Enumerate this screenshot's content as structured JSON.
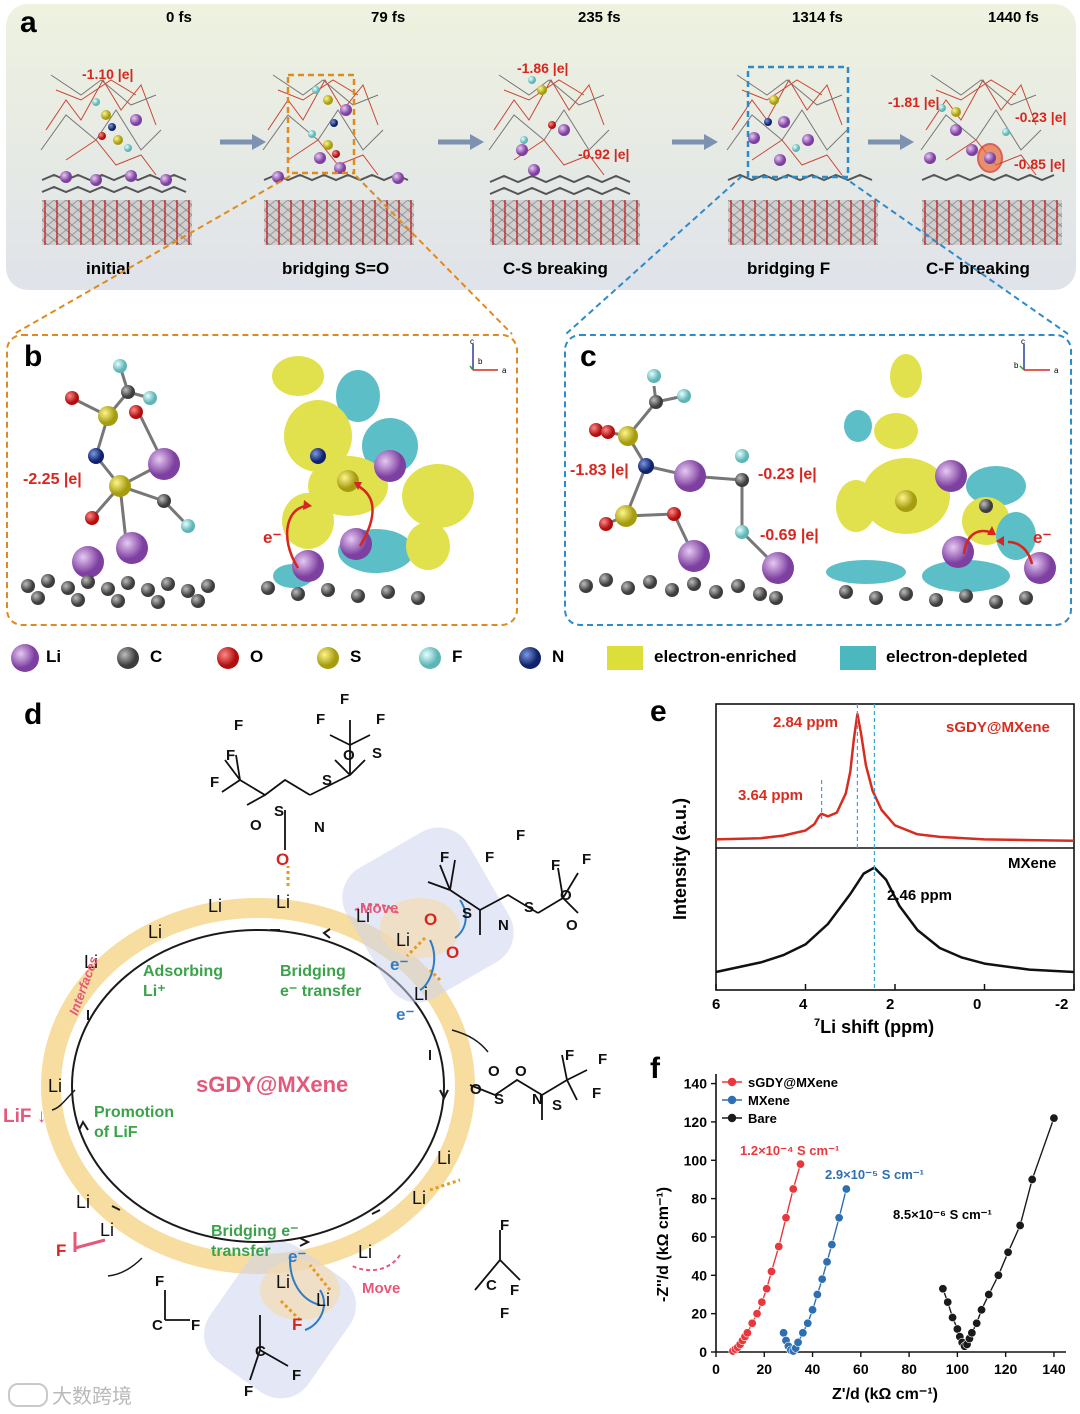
{
  "panel_a": {
    "label": "a",
    "times": [
      "0 fs",
      "79 fs",
      "235 fs",
      "1314 fs",
      "1440 fs"
    ],
    "stages": [
      "initial",
      "bridging S=O",
      "C-S breaking",
      "bridging F",
      "C-F breaking"
    ],
    "charges": {
      "initial": "-1.10 |e|",
      "cs1": "-1.86 |e|",
      "cs2": "-0.92 |e|",
      "cf1": "-1.81 |e|",
      "cf2": "-0.23 |e|",
      "cf3": "-0.85 |e|"
    }
  },
  "panel_b": {
    "label": "b",
    "charge": "-2.25 |e|",
    "electron": "e⁻"
  },
  "panel_c": {
    "label": "c",
    "charge1": "-1.83 |e|",
    "charge2": "-0.23 |e|",
    "charge3": "-0.69 |e|",
    "electron": "e⁻"
  },
  "legend": {
    "atoms": [
      "Li",
      "C",
      "O",
      "S",
      "F",
      "N"
    ],
    "enriched": "electron-enriched",
    "depleted": "electron-depleted",
    "colors": {
      "Li": "#9b59b6",
      "C": "#5a5a5a",
      "O": "#d62020",
      "S": "#c9c21a",
      "F": "#8fd3d3",
      "N": "#1f3a8a",
      "enriched": "#dede3a",
      "depleted": "#4bb8c0"
    }
  },
  "panel_d": {
    "label": "d",
    "center": "sGDY@MXene",
    "interfaces": "Interfaces",
    "adsorbing": [
      "Adsorbing",
      "Li⁺"
    ],
    "bridging1": [
      "Bridging",
      "e⁻ transfer"
    ],
    "promotion": [
      "Promotion",
      "of LiF"
    ],
    "bridging2": [
      "Bridging e⁻",
      "transfer"
    ],
    "move": "Move",
    "lif": "LiF ↓"
  },
  "panel_e": {
    "label": "e",
    "top_series": "sGDY@MXene",
    "bottom_series": "MXene",
    "peaks": [
      "2.84 ppm",
      "3.64 ppm",
      "2.46 ppm"
    ],
    "ylabel": "Intensity (a.u.)",
    "xlabel_sup": "7",
    "xlabel": "Li shift (ppm)",
    "xticks": [
      "6",
      "4",
      "2",
      "0",
      "-2"
    ]
  },
  "panel_f": {
    "label": "f",
    "xlabel": "Z'/d (kΩ cm⁻¹)",
    "ylabel": "-Z''/d (kΩ cm⁻¹)",
    "annotations": [
      "1.2×10⁻⁴ S cm⁻¹",
      "2.9×10⁻⁵ S cm⁻¹",
      "8.5×10⁻⁶ S cm⁻¹"
    ]
  },
  "watermark": "大数跨境",
  "chart_data": [
    {
      "type": "line",
      "title": "",
      "xlabel": "7Li shift (ppm)",
      "ylabel": "Intensity (a.u.)",
      "xlim": [
        6,
        -2
      ],
      "x_ticks": [
        6,
        4,
        2,
        0,
        -2
      ],
      "series": [
        {
          "name": "sGDY@MXene",
          "color": "#d62d20",
          "x": [
            6,
            5,
            4.5,
            4,
            3.8,
            3.7,
            3.64,
            3.5,
            3.3,
            3.1,
            3.0,
            2.92,
            2.84,
            2.76,
            2.65,
            2.5,
            2.3,
            2.0,
            1.5,
            1,
            0,
            -1,
            -2
          ],
          "y": [
            0.02,
            0.03,
            0.05,
            0.09,
            0.14,
            0.2,
            0.22,
            0.2,
            0.23,
            0.38,
            0.55,
            0.8,
            1.0,
            0.85,
            0.6,
            0.4,
            0.25,
            0.13,
            0.06,
            0.04,
            0.02,
            0.015,
            0.01
          ]
        },
        {
          "name": "MXene",
          "color": "#111111",
          "x": [
            6,
            5,
            4.5,
            4,
            3.5,
            3.0,
            2.7,
            2.46,
            2.2,
            1.9,
            1.5,
            1.0,
            0.5,
            0,
            -1,
            -2
          ],
          "y": [
            0.05,
            0.13,
            0.19,
            0.28,
            0.45,
            0.7,
            0.87,
            0.92,
            0.82,
            0.6,
            0.4,
            0.25,
            0.17,
            0.12,
            0.07,
            0.05
          ]
        }
      ],
      "annotations": [
        "2.84 ppm",
        "3.64 ppm",
        "2.46 ppm"
      ]
    },
    {
      "type": "scatter",
      "title": "",
      "xlabel": "Z'/d (kΩ cm⁻¹)",
      "ylabel": "-Z''/d (kΩ cm⁻¹)",
      "xlim": [
        0,
        145
      ],
      "ylim": [
        0,
        145
      ],
      "x_ticks": [
        0,
        20,
        40,
        60,
        80,
        100,
        120,
        140
      ],
      "y_ticks": [
        0,
        20,
        40,
        60,
        80,
        100,
        120,
        140
      ],
      "legend": "top-left",
      "series": [
        {
          "name": "sGDY@MXene",
          "color": "#e8383d",
          "x": [
            7,
            8,
            9,
            10,
            11,
            12,
            13,
            15,
            17,
            19,
            21,
            23,
            26,
            29,
            32,
            35
          ],
          "y": [
            0.5,
            1.5,
            2.5,
            4,
            6,
            8,
            10,
            15,
            20,
            26,
            33,
            42,
            55,
            70,
            85,
            98
          ]
        },
        {
          "name": "MXene",
          "color": "#2d6fb0",
          "x": [
            28,
            29,
            30,
            31,
            32,
            33,
            34,
            36,
            38,
            40,
            42,
            44,
            46,
            48,
            51,
            54
          ],
          "y": [
            10,
            6,
            3,
            1,
            0.5,
            2,
            5,
            10,
            15,
            22,
            30,
            38,
            47,
            56,
            70,
            85
          ]
        },
        {
          "name": "Bare",
          "color": "#1a1a1a",
          "x": [
            94,
            96,
            98,
            100,
            101,
            102,
            103,
            104,
            105,
            106,
            108,
            110,
            113,
            117,
            121,
            126,
            131,
            140
          ],
          "y": [
            33,
            26,
            18,
            12,
            8,
            5,
            3,
            4,
            7,
            10,
            15,
            22,
            30,
            40,
            52,
            66,
            90,
            122
          ]
        }
      ],
      "annotations": [
        "1.2×10⁻⁴ S cm⁻¹",
        "2.9×10⁻⁵ S cm⁻¹",
        "8.5×10⁻⁶ S cm⁻¹"
      ]
    }
  ]
}
